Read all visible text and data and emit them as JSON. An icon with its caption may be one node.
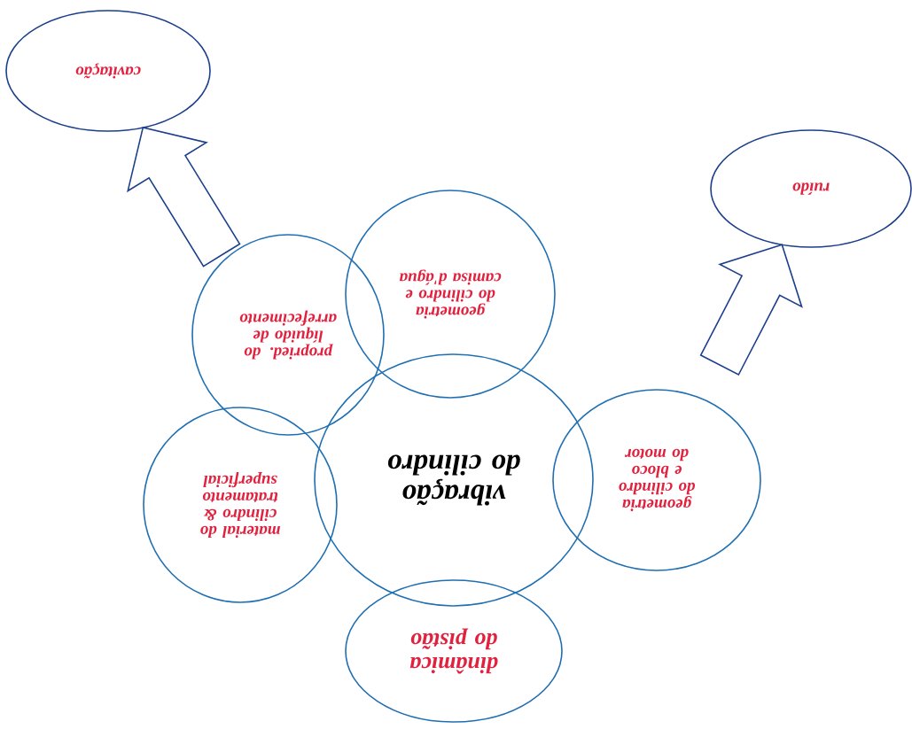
{
  "diagram": {
    "nodes": [
      {
        "text": [
          "cavitação"
        ]
      },
      {
        "text": [
          "ruído"
        ]
      },
      {
        "text": [
          "geometria do cilindro e camisa d'água"
        ]
      },
      {
        "text": [
          "propried. do líquido de arrefecimento"
        ]
      },
      {
        "text": [
          "material do cilindro & tratamento superficial"
        ]
      },
      {
        "text": [
          "vibração do cilindro"
        ]
      },
      {
        "text": [
          "geometria do cilindro e bloco do motor"
        ]
      },
      {
        "text": [
          "dinâmica do pistão"
        ]
      }
    ],
    "edges": [
      {
        "from": null,
        "to": 0,
        "arrow": "to"
      },
      {
        "from": null,
        "to": 1,
        "arrow": "to"
      }
    ]
  }
}
